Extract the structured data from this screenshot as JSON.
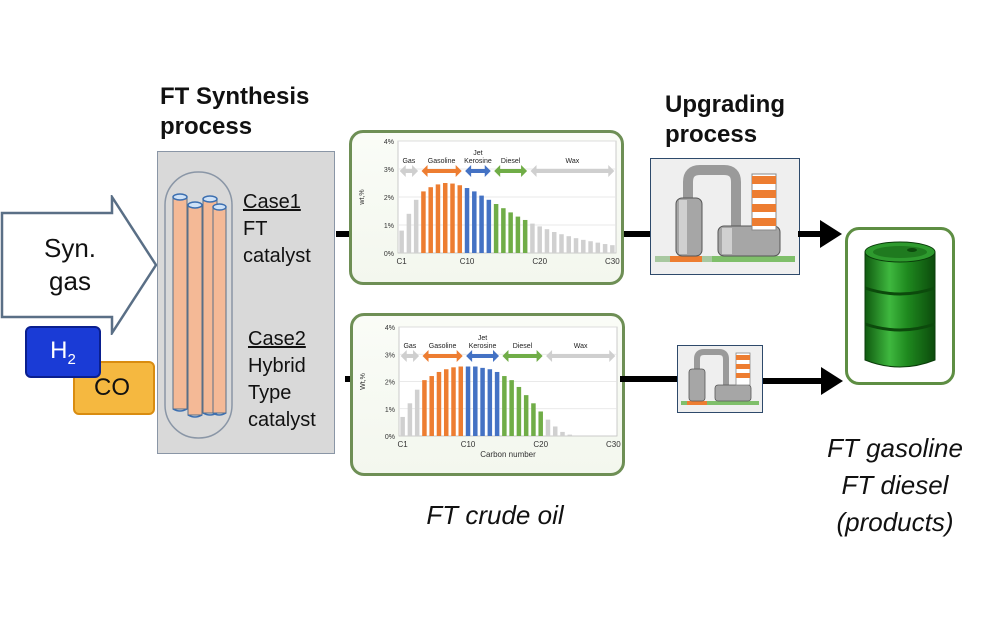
{
  "colors": {
    "panel_gray": "#d9d9d9",
    "chart_border": "#9fb98a",
    "gas": "#d0d0d0",
    "gasoline": "#ed7d31",
    "jet": "#4472c4",
    "diesel": "#70ad47",
    "wax": "#d0d0d0",
    "h2_fill": "#1a3bd6",
    "co_fill": "#f5b840",
    "drum": "#1f8a1f"
  },
  "synthesis": {
    "title_line1": "FT Synthesis",
    "title_line2": "process",
    "case1_title": "Case1",
    "case1_line1": "FT",
    "case1_line2": "catalyst",
    "case2_title": "Case2",
    "case2_line1": "Hybrid",
    "case2_line2": "Type",
    "case2_line3": "catalyst"
  },
  "feed": {
    "line1": "Syn.",
    "line2": "gas",
    "h2_main": "H",
    "h2_sub": "2",
    "co": "CO"
  },
  "upgrading": {
    "title_line1": "Upgrading",
    "title_line2": "process"
  },
  "crude_label": "FT crude oil",
  "products": {
    "line1": "FT gasoline",
    "line2": "FT diesel",
    "line3": "(products)"
  },
  "chart_data": [
    {
      "type": "bar",
      "ylabel": "wt,%",
      "xlabel": "",
      "yticks": [
        "0%",
        "1%",
        "2%",
        "3%",
        "4%"
      ],
      "xticks": [
        {
          "label": "C1",
          "carbon": 1
        },
        {
          "label": "C10",
          "carbon": 10
        },
        {
          "label": "C20",
          "carbon": 20
        },
        {
          "label": "C30",
          "carbon": 30
        }
      ],
      "ylim": [
        0,
        4
      ],
      "x": [
        1,
        2,
        3,
        4,
        5,
        6,
        7,
        8,
        9,
        10,
        11,
        12,
        13,
        14,
        15,
        16,
        17,
        18,
        19,
        20,
        21,
        22,
        23,
        24,
        25,
        26,
        27,
        28,
        29,
        30
      ],
      "values": [
        0.8,
        1.4,
        1.9,
        2.2,
        2.35,
        2.45,
        2.5,
        2.48,
        2.42,
        2.32,
        2.2,
        2.05,
        1.9,
        1.75,
        1.6,
        1.45,
        1.3,
        1.18,
        1.05,
        0.95,
        0.85,
        0.75,
        0.67,
        0.6,
        0.53,
        0.47,
        0.42,
        0.37,
        0.32,
        0.28
      ],
      "fractions": [
        {
          "name": "Gas",
          "from": 1,
          "to": 3,
          "color": "#d0d0d0"
        },
        {
          "name": "Gasoline",
          "from": 4,
          "to": 9,
          "color": "#ed7d31"
        },
        {
          "name": "Jet Kerosine",
          "from": 10,
          "to": 13,
          "color": "#4472c4"
        },
        {
          "name": "Diesel",
          "from": 14,
          "to": 18,
          "color": "#70ad47"
        },
        {
          "name": "Wax",
          "from": 19,
          "to": 30,
          "color": "#d0d0d0"
        }
      ],
      "labels": {
        "gas": "Gas",
        "gasoline": "Gasoline",
        "jet1": "Jet",
        "jet2": "Kerosine",
        "diesel": "Diesel",
        "wax": "Wax"
      },
      "grid": true
    },
    {
      "type": "bar",
      "ylabel": "Wt,%",
      "xlabel": "Carbon number",
      "yticks": [
        "0%",
        "1%",
        "2%",
        "3%",
        "4%"
      ],
      "xticks": [
        {
          "label": "C1",
          "carbon": 1
        },
        {
          "label": "C10",
          "carbon": 10
        },
        {
          "label": "C20",
          "carbon": 20
        },
        {
          "label": "C30",
          "carbon": 30
        }
      ],
      "ylim": [
        0,
        4
      ],
      "x": [
        1,
        2,
        3,
        4,
        5,
        6,
        7,
        8,
        9,
        10,
        11,
        12,
        13,
        14,
        15,
        16,
        17,
        18,
        19,
        20,
        21,
        22,
        23,
        24,
        25,
        26,
        27,
        28,
        29,
        30
      ],
      "values": [
        0.7,
        1.2,
        1.7,
        2.05,
        2.2,
        2.35,
        2.45,
        2.52,
        2.55,
        2.55,
        2.55,
        2.5,
        2.45,
        2.35,
        2.2,
        2.05,
        1.8,
        1.5,
        1.2,
        0.9,
        0.6,
        0.35,
        0.15,
        0.05,
        0,
        0,
        0,
        0,
        0,
        0
      ],
      "fractions": [
        {
          "name": "Gas",
          "from": 1,
          "to": 3,
          "color": "#d0d0d0"
        },
        {
          "name": "Gasoline",
          "from": 4,
          "to": 9,
          "color": "#ed7d31"
        },
        {
          "name": "Jet Kerosine",
          "from": 10,
          "to": 14,
          "color": "#4472c4"
        },
        {
          "name": "Diesel",
          "from": 15,
          "to": 20,
          "color": "#70ad47"
        },
        {
          "name": "Wax",
          "from": 21,
          "to": 30,
          "color": "#d0d0d0"
        }
      ],
      "labels": {
        "gas": "Gas",
        "gasoline": "Gasoline",
        "jet1": "Jet",
        "jet2": "Kerosine",
        "diesel": "Diesel",
        "wax": "Wax"
      },
      "grid": true
    }
  ]
}
